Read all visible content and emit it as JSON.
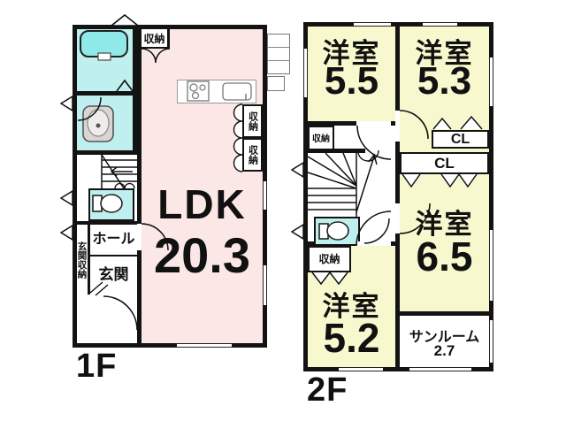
{
  "colors": {
    "wall": "#131313",
    "ldk_pink": "#fbe7e5",
    "room_yellow": "#f8f8cf",
    "wet_cyan": "#bff0ef",
    "tub_cyan": "#8fe9e9",
    "fixture_gray": "#d9d5d3"
  },
  "floor1": {
    "floor_label": "1F",
    "ldk": {
      "name": "LDK",
      "size": "20.3"
    },
    "hall": "ホール",
    "entrance": "玄関",
    "entrance_storage": "玄関収納",
    "storage_top": "収納",
    "storage_right_1": "収納",
    "storage_right_2": "収納"
  },
  "floor2": {
    "floor_label": "2F",
    "rooms": [
      {
        "name": "洋室",
        "size": "5.5"
      },
      {
        "name": "洋室",
        "size": "5.3"
      },
      {
        "name": "洋室",
        "size": "6.5"
      },
      {
        "name": "洋室",
        "size": "5.2"
      }
    ],
    "sunroom": {
      "name": "サンルーム",
      "size": "2.7"
    },
    "closet_1": "CL",
    "closet_2": "CL",
    "storage_upper": "収納",
    "storage_lower": "収納"
  },
  "fixtures": [
    "bathtub",
    "washbasin",
    "toilet",
    "stove",
    "kitchen-sink",
    "stairs",
    "door",
    "window"
  ]
}
